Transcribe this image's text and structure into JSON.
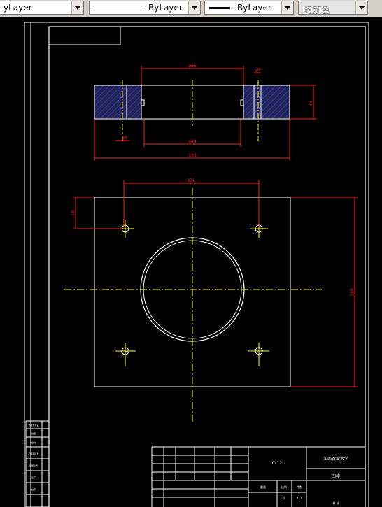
{
  "toolbar": {
    "layer_value": "yLayer",
    "linetype_value": "ByLayer",
    "lineweight_value": "ByLayer",
    "color_value": "随颜色"
  },
  "drawing": {
    "dim_top_width": "φ86",
    "dim_small_top": "φ5",
    "dim_height": "30",
    "dim_left_hole": "φ8",
    "dim_bottom_inner": "φ44",
    "dim_overall": "180",
    "dim_hole_spacing": "152",
    "dim_left_offset": "13",
    "dim_right_height": "188"
  },
  "title_block": {
    "material": "Cr12",
    "school": "江西农业大学",
    "part_name": "凹模",
    "ratio": "1:1",
    "qty": "1",
    "weight_label": "重量",
    "scale_label": "比例",
    "count_label": "件数",
    "sheet_label": "共 张"
  },
  "side_labels": [
    "借用件登记",
    "描图",
    "描校",
    "旧底图总号",
    "底图总号",
    "签字",
    "日期"
  ]
}
